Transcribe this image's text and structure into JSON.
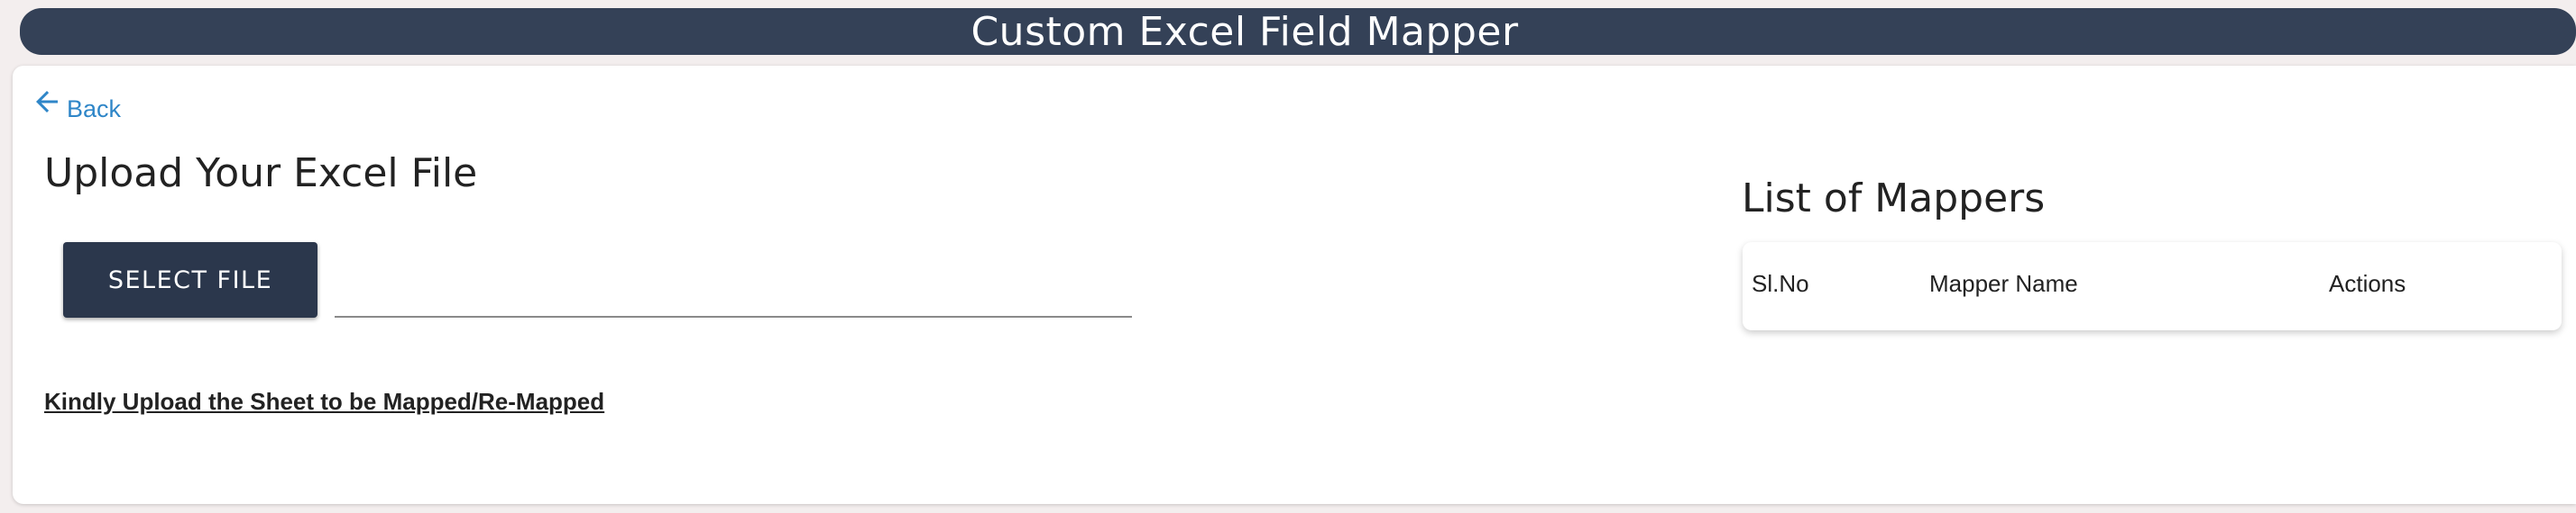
{
  "header": {
    "title": "Custom Excel Field Mapper"
  },
  "nav": {
    "back_label": "Back",
    "back_icon": "arrow-left-icon"
  },
  "upload": {
    "title": "Upload Your Excel File",
    "select_button": "SELECT FILE",
    "file_value": "",
    "hint": "Kindly Upload the Sheet to be Mapped/Re-Mapped"
  },
  "mappers": {
    "title": "List of Mappers",
    "columns": [
      "Sl.No",
      "Mapper Name",
      "Actions"
    ]
  },
  "colors": {
    "header_bg": "#344157",
    "button_bg": "#2b374c",
    "link": "#2f86c8",
    "page_bg": "#f3eeee"
  }
}
